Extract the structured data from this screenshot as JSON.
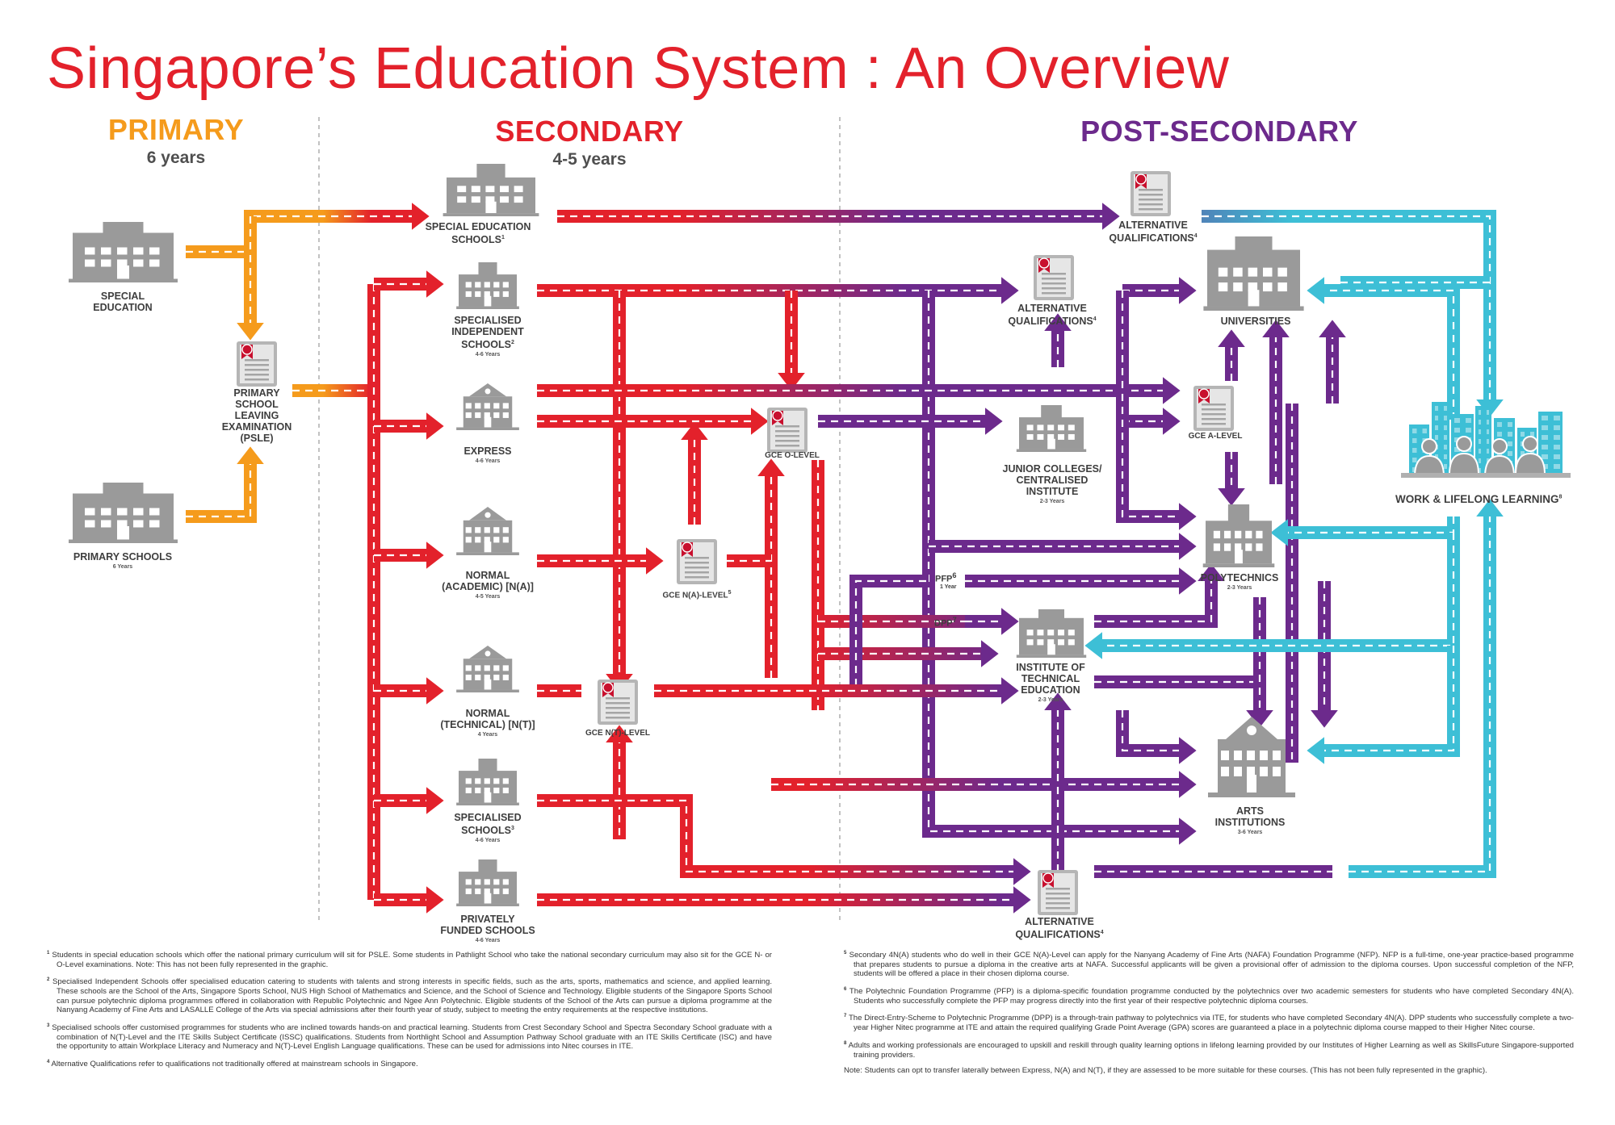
{
  "title": "Singapore’s Education System : An Overview",
  "sections": {
    "primary": {
      "label": "PRIMARY",
      "years": "6 years",
      "color": "#f59b1c"
    },
    "secondary": {
      "label": "SECONDARY",
      "years": "4-5 years",
      "color": "#e3212b"
    },
    "post_secondary": {
      "label": "POST-SECONDARY",
      "color": "#6c2a8c"
    }
  },
  "colors": {
    "red": "#e3212b",
    "orange": "#f59b1c",
    "purple": "#6c2a8c",
    "cyan": "#3dbfd6",
    "icon_gray": "#9a9a9a",
    "ribbon": "#c8102e"
  },
  "nodes": {
    "special_education": {
      "label": "SPECIAL\nEDUCATION"
    },
    "primary_schools": {
      "label": "PRIMARY SCHOOLS",
      "years": "6 Years"
    },
    "psle": {
      "label": "PRIMARY\nSCHOOL\nLEAVING\nEXAMINATION\n(PSLE)"
    },
    "special_education_schools": {
      "label": "SPECIAL EDUCATION\nSCHOOLS",
      "sup": "1"
    },
    "specialised_independent": {
      "label": "SPECIALISED\nINDEPENDENT\nSCHOOLS",
      "sup": "2",
      "years": "4-6 Years"
    },
    "express": {
      "label": "EXPRESS",
      "years": "4-6 Years"
    },
    "normal_academic": {
      "label": "NORMAL\n(ACADEMIC) [N(A)]",
      "years": "4-5 Years"
    },
    "normal_technical": {
      "label": "NORMAL\n(TECHNICAL) [N(T)]",
      "years": "4 Years"
    },
    "specialised_schools": {
      "label": "SPECIALISED\nSCHOOLS",
      "sup": "3",
      "years": "4-6 Years"
    },
    "privately_funded": {
      "label": "PRIVATELY\nFUNDED SCHOOLS",
      "years": "4-6 Years"
    },
    "gce_o": {
      "label": "GCE O-LEVEL"
    },
    "gce_na": {
      "label": "GCE N(A)-LEVEL",
      "sup": "5"
    },
    "gce_nt": {
      "label": "GCE N(T)-LEVEL"
    },
    "alt_q_top": {
      "label": "ALTERNATIVE\nQUALIFICATIONS",
      "sup": "4"
    },
    "alt_q_mid": {
      "label": "ALTERNATIVE\nQUALIFICATIONS",
      "sup": "4"
    },
    "alt_q_bottom": {
      "label": "ALTERNATIVE\nQUALIFICATIONS",
      "sup": "4"
    },
    "universities": {
      "label": "UNIVERSITIES"
    },
    "gce_a": {
      "label": "GCE A-LEVEL"
    },
    "junior_colleges": {
      "label": "JUNIOR COLLEGES/\nCENTRALISED\nINSTITUTE",
      "years": "2-3 Years"
    },
    "polytechnics": {
      "label": "POLYTECHNICS",
      "years": "2-3 Years"
    },
    "ite": {
      "label": "INSTITUTE OF\nTECHNICAL\nEDUCATION",
      "years": "2-3 Years"
    },
    "arts": {
      "label": "ARTS\nINSTITUTIONS",
      "years": "3-6 Years"
    },
    "pfp": {
      "label": "PFP",
      "sup": "6",
      "years": "1 Year"
    },
    "dpp": {
      "label": "DPP",
      "sup": "7"
    },
    "work": {
      "label": "WORK & LIFELONG LEARNING",
      "sup": "8"
    }
  },
  "footnotes_left": [
    {
      "n": "1",
      "text": "Students in special education schools which offer the national primary curriculum will sit for PSLE. Some students in Pathlight School who take the national secondary curriculum may also sit for the GCE N- or O-Level examinations. Note: This has not been fully represented in the graphic."
    },
    {
      "n": "2",
      "text": "Specialised Independent Schools offer specialised education catering to students with talents and strong interests in specific fields, such as the arts, sports, mathematics and science, and applied learning. These schools are the School of the Arts, Singapore Sports School, NUS High School of Mathematics and Science, and the School of Science and Technology. Eligible students of the Singapore Sports School can pursue polytechnic diploma programmes offered in collaboration with Republic Polytechnic and Ngee Ann Polytechnic. Eligible students of the School of the Arts can pursue a diploma programme at the Nanyang Academy of Fine Arts and LASALLE College of the Arts via special admissions after their fourth year of study, subject to meeting the entry requirements at the respective institutions."
    },
    {
      "n": "3",
      "text": "Specialised schools offer customised programmes for students who are inclined towards hands-on and practical learning. Students from Crest Secondary School and Spectra Secondary School graduate with a combination of N(T)-Level and the ITE Skills Subject Certificate (ISSC) qualifications. Students from Northlight School and Assumption Pathway School graduate with an ITE Skills Certificate (ISC) and have the opportunity to attain Workplace Literacy and Numeracy and N(T)-Level English Language qualifications. These can be used for admissions into Nitec courses in ITE."
    },
    {
      "n": "4",
      "text": "Alternative Qualifications refer to qualifications not traditionally offered at mainstream schools in Singapore."
    }
  ],
  "footnotes_right": [
    {
      "n": "5",
      "text": "Secondary 4N(A) students who do well in their GCE N(A)-Level can apply for the Nanyang Academy of Fine Arts (NAFA) Foundation Programme (NFP). NFP is a full-time, one-year practice-based programme that prepares students to pursue a diploma in the creative arts at NAFA. Successful applicants will be given a provisional offer of admission to the diploma courses. Upon successful completion of the NFP, students will be offered a place in their chosen diploma course."
    },
    {
      "n": "6",
      "text": "The Polytechnic Foundation Programme (PFP) is a diploma-specific foundation programme conducted by the polytechnics over two academic semesters for students who have completed Secondary 4N(A). Students who successfully complete the PFP may progress directly into the first year of their respective polytechnic diploma courses."
    },
    {
      "n": "7",
      "text": "The Direct-Entry-Scheme to Polytechnic Programme (DPP) is a through-train pathway to polytechnics via ITE, for students who have completed Secondary 4N(A). DPP students who successfully complete a two-year Higher Nitec programme at ITE and attain the required qualifying Grade Point Average (GPA) scores are guaranteed a place in a polytechnic diploma course mapped to their Higher Nitec course."
    },
    {
      "n": "8",
      "text": "Adults and working professionals are encouraged to upskill and reskill through quality learning options in lifelong learning provided by our Institutes of Higher Learning as well as SkillsFuture Singapore-supported training providers."
    },
    {
      "n": "",
      "text": "Note: Students can opt to transfer laterally between Express, N(A) and N(T), if they are assessed to be more suitable for these courses. (This has not been fully represented in the graphic)."
    }
  ]
}
